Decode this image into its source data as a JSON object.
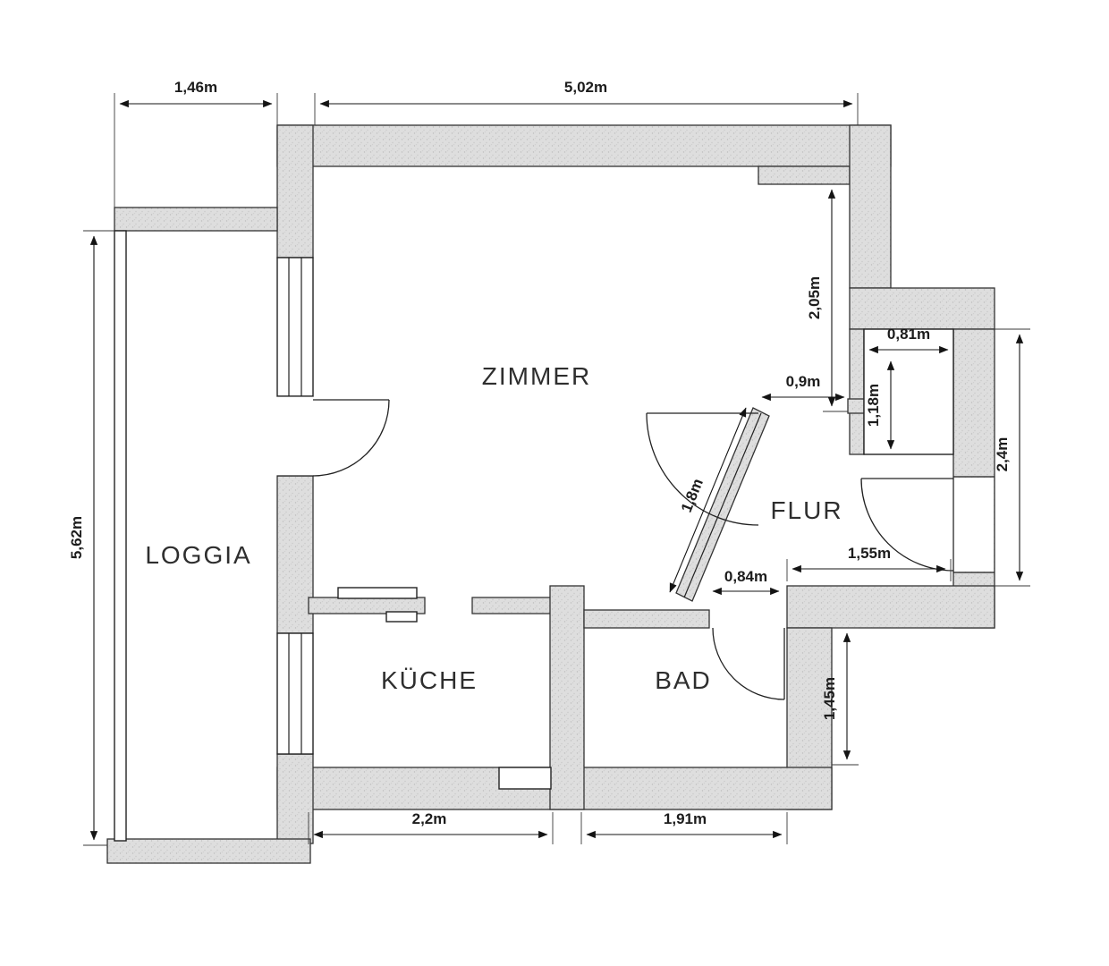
{
  "rooms": {
    "zimmer": "ZIMMER",
    "loggia": "LOGGIA",
    "kueche": "KÜCHE",
    "bad": "BAD",
    "flur": "FLUR"
  },
  "dims": {
    "loggia_width": "1,46m",
    "zimmer_width": "5,02m",
    "loggia_height": "5,62m",
    "zimmer_right_height": "2,05m",
    "niche_width": "0,81m",
    "niche_height": "1,18m",
    "zimmer_door_width": "0,9m",
    "right_section_height": "2,4m",
    "diagonal_wall": "1,8m",
    "flur_width": "1,55m",
    "bad_door_width": "0,84m",
    "bad_right_height": "1,45m",
    "kueche_width": "2,2m",
    "bad_width": "1,91m"
  },
  "colors": {
    "wall_fill": "#dedede",
    "wall_speckle": "#c0c0c0",
    "line": "#1f1f1f",
    "background": "#ffffff"
  }
}
